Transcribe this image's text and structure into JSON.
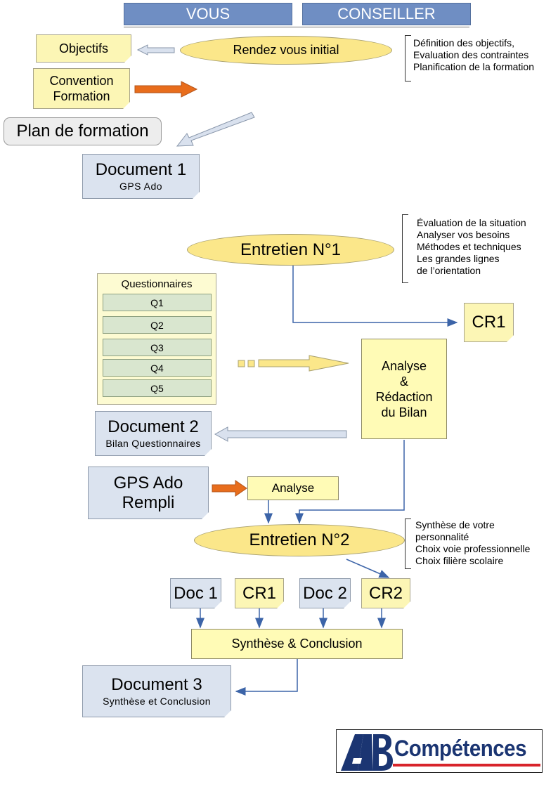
{
  "header": {
    "vous": "VOUS",
    "conseiller": "CONSEILLER"
  },
  "section1": {
    "objectifs": "Objectifs",
    "convention_line1": "Convention",
    "convention_line2": "Formation",
    "rdv_initial": "Rendez vous initial",
    "rdv_notes": [
      "Définition des objectifs,",
      "Evaluation des contraintes",
      "Planification de la formation"
    ],
    "plan": "Plan de formation",
    "doc1_title": "Document 1",
    "doc1_sub": "GPS Ado"
  },
  "section2": {
    "entretien1": "Entretien N°1",
    "entretien1_notes": [
      "Évaluation de la situation",
      "Analyser  vos besoins",
      "Méthodes et techniques",
      "Les grandes lignes",
      "de l’orientation"
    ],
    "cr1": "CR1",
    "questionnaires_title": "Questionnaires",
    "questionnaires": [
      "Q1",
      "Q2",
      "Q3",
      "Q4",
      "Q5"
    ],
    "analyse_lines": [
      "Analyse",
      "&",
      "Rédaction",
      "du Bilan"
    ],
    "doc2_title": "Document 2",
    "doc2_sub": "Bilan Questionnaires",
    "gps_line1": "GPS Ado",
    "gps_line2": "Rempli",
    "analyse_small": "Analyse"
  },
  "section3": {
    "entretien2": "Entretien N°2",
    "entretien2_notes": [
      "Synthèse de votre",
      "personnalité",
      "Choix voie professionnelle",
      "Choix filière scolaire"
    ],
    "docs": [
      "Doc 1",
      "CR1",
      "Doc 2",
      "CR2"
    ],
    "synthese": "Synthèse & Conclusion",
    "doc3_title": "Document 3",
    "doc3_sub": "Synthèse et Conclusion"
  },
  "logo": {
    "text": "Compétences",
    "mark": "AB"
  },
  "colors": {
    "header": "#6f8ec3",
    "yellow": "#fcf6b5",
    "blue_note": "#dbe3ef",
    "ellipse": "#fbe78a",
    "orange_arrow": "#e86d1c",
    "connector": "#3c64a8",
    "logo_navy": "#1b3572",
    "logo_red": "#d8242b"
  }
}
